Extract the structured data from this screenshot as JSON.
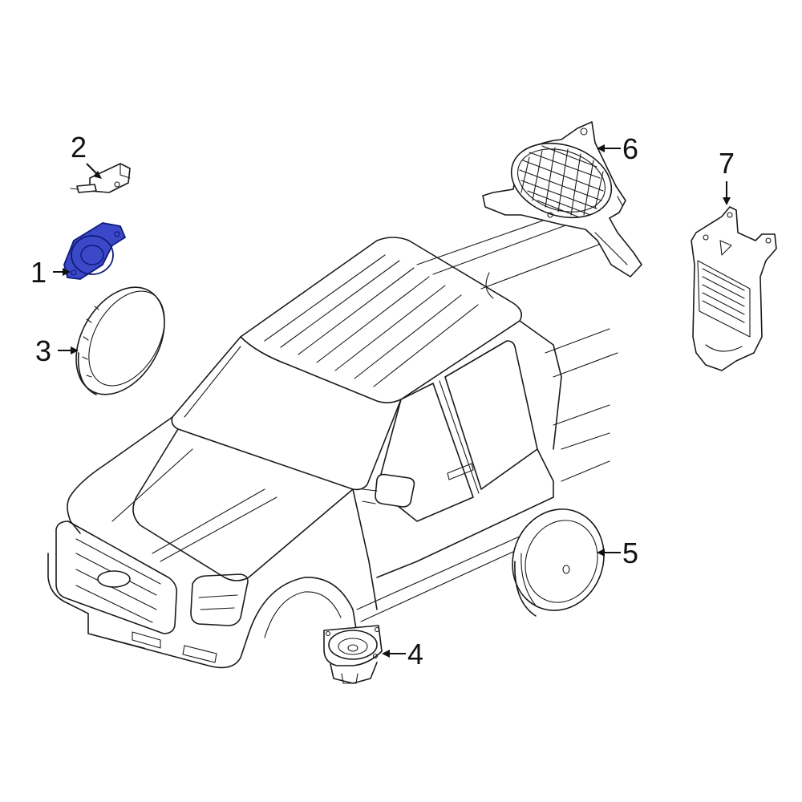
{
  "diagram": {
    "callouts": [
      {
        "id": "1",
        "label": "1"
      },
      {
        "id": "2",
        "label": "2"
      },
      {
        "id": "3",
        "label": "3"
      },
      {
        "id": "4",
        "label": "4"
      },
      {
        "id": "5",
        "label": "5"
      },
      {
        "id": "6",
        "label": "6"
      },
      {
        "id": "7",
        "label": "7"
      }
    ],
    "colors": {
      "highlight_fill": "#3b49c9",
      "highlight_stroke": "#101a7a",
      "line": "#1a1a1a",
      "background": "#ffffff"
    }
  }
}
